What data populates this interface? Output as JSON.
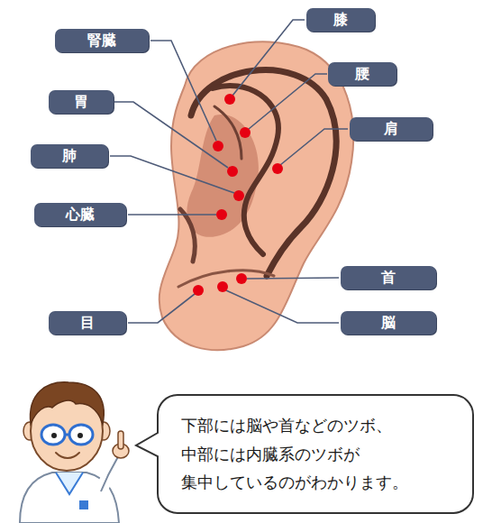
{
  "diagram": {
    "nodes": [
      {
        "text": [
          "膝"
        ]
      },
      {
        "text": [
          "腎臓"
        ]
      },
      {
        "text": [
          "腰"
        ]
      },
      {
        "text": [
          "胃"
        ]
      },
      {
        "text": [
          "肩"
        ]
      },
      {
        "text": [
          "肺"
        ]
      },
      {
        "text": [
          "心臓"
        ]
      },
      {
        "text": [
          "首"
        ]
      },
      {
        "text": [
          "目"
        ]
      },
      {
        "text": [
          "脳"
        ]
      },
      {
        "text": [
          "下部には脳や首などのツボ、 中部には内臓系のツボが 集中しているのがわかります。"
        ]
      }
    ],
    "edges": []
  }
}
